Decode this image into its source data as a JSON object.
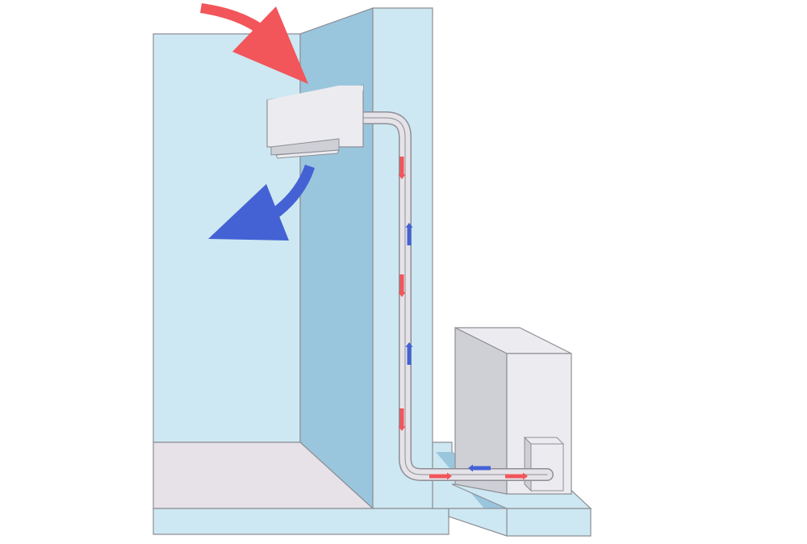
{
  "diagram": {
    "subject": "split-air-conditioner",
    "components": [
      "room-wall",
      "indoor-unit",
      "refrigerant-lines",
      "outdoor-unit",
      "ground-pad"
    ],
    "colors": {
      "background": "#ffffff",
      "wall_light": "#cde8f2",
      "wall_shadow": "#9ac6dd",
      "floor": "#e6e2e8",
      "unit_body": "#ececf0",
      "unit_shadow": "#cfcfd6",
      "outline": "#8e8e96",
      "pipe_fill": "#e6e3e8",
      "warm_arrow": "#f2555a",
      "cool_arrow": "#4462d4"
    },
    "pipe_flow": {
      "vertical_run": [
        "down",
        "up",
        "down",
        "up",
        "down"
      ],
      "horizontal_run": [
        "left",
        "right",
        "right"
      ]
    },
    "airflow": {
      "intake": "warm",
      "outlet": "cool"
    }
  }
}
